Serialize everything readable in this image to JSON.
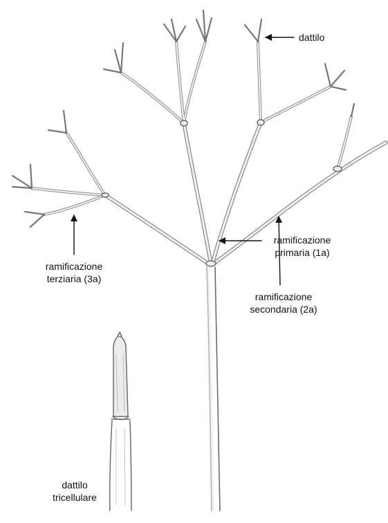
{
  "labels": {
    "dattilo": "dattilo",
    "terziaria": [
      "ramificazione",
      "terziaria (3a)"
    ],
    "secondaria": [
      "ramificazione",
      "secondaria (2a)"
    ],
    "primaria": [
      "ramificazione",
      "primaria (1a)"
    ],
    "tricellulare": [
      "dattilo",
      "tricellulare"
    ]
  },
  "colors": {
    "stroke": "#6a6a6a",
    "fill": "#e6e6e6",
    "ink": "#111111"
  }
}
